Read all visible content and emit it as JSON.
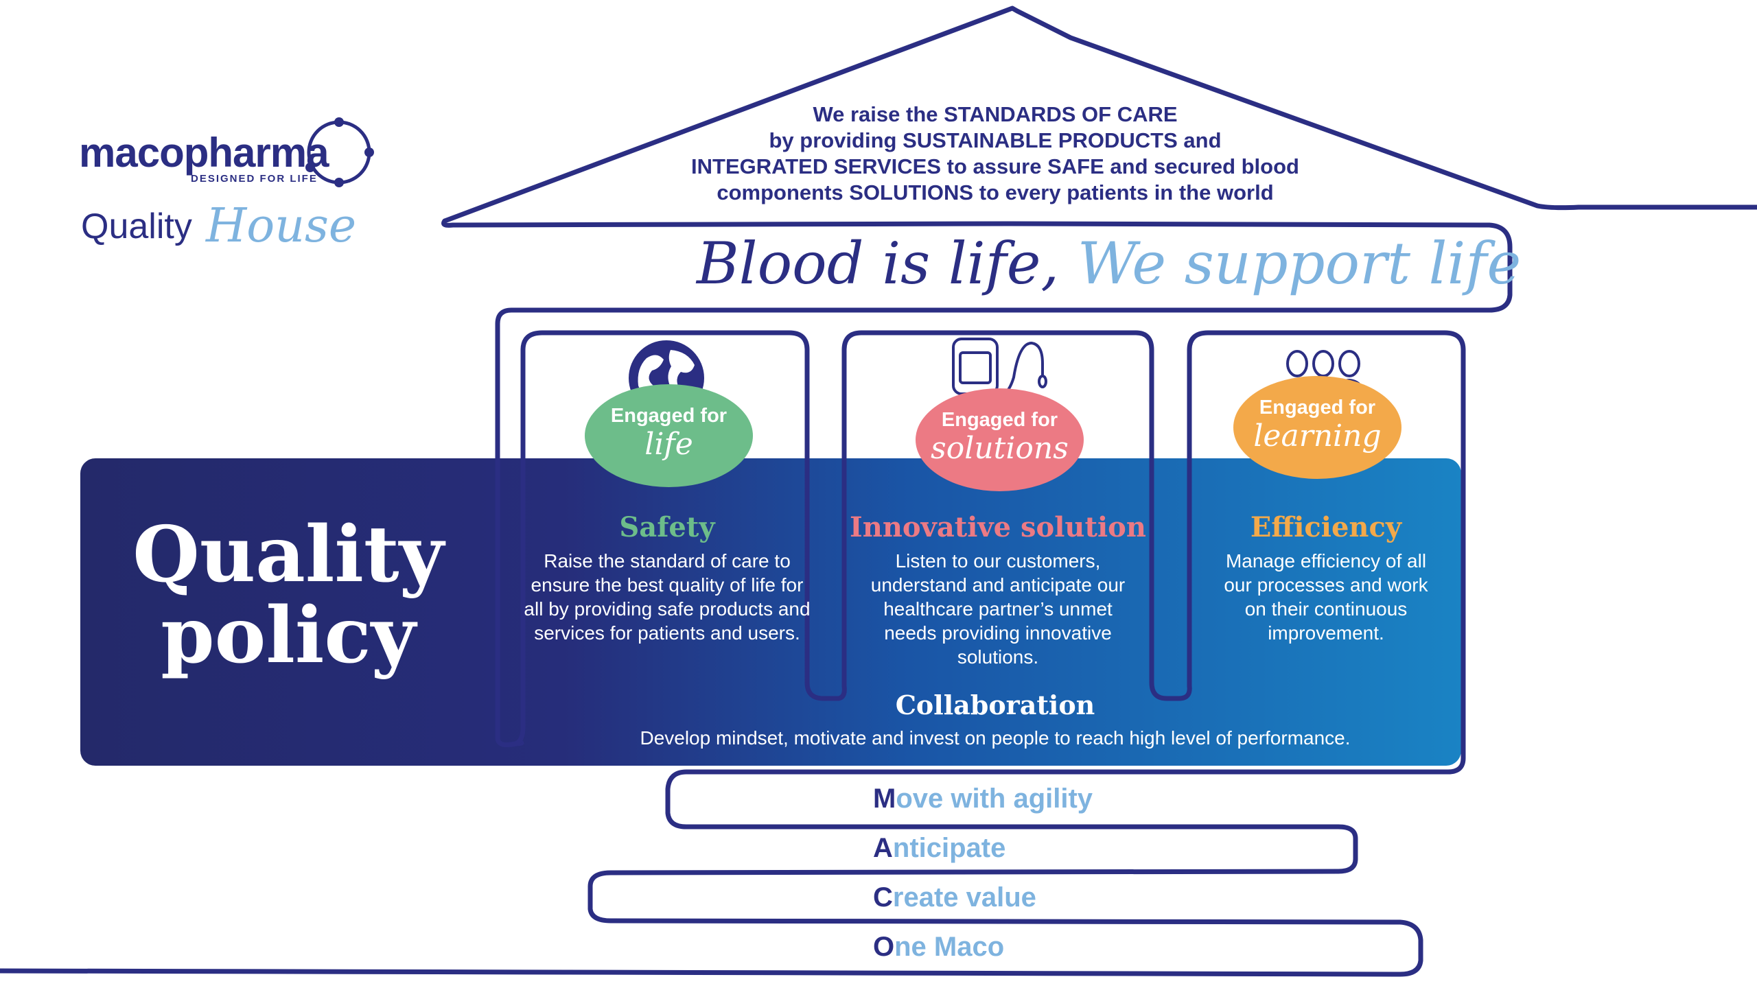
{
  "colors": {
    "navy": "#2b2e83",
    "light_blue": "#7eb3df",
    "green": "#6dbd8a",
    "pink": "#ec7a84",
    "orange": "#f3a94a",
    "band_dark": "#24296a",
    "band_light": "#1a83c4"
  },
  "logo": {
    "brand": "macopharma",
    "tagline": "DESIGNED FOR LIFE",
    "title_word": "Quality",
    "title_script": "House"
  },
  "mission": {
    "line1": "We raise the STANDARDS OF CARE",
    "line2": "by providing SUSTAINABLE PRODUCTS and",
    "line3": "INTEGRATED SERVICES to assure SAFE and secured blood",
    "line4": "components SOLUTIONS to every patients in the world"
  },
  "slogan": {
    "part1": "Blood is life,",
    "part2": " We support life"
  },
  "policy": {
    "line1": "Quality",
    "line2": "policy"
  },
  "pillars": [
    {
      "icon": "globe-icon",
      "engaged": "Engaged for",
      "word": "life",
      "title": "Safety",
      "description": "Raise the standard of care to ensure the best quality of life for all by providing safe products and services for patients and users."
    },
    {
      "icon": "blood-bag-icon",
      "engaged": "Engaged for",
      "word": "solutions",
      "title": "Innovative solution",
      "description": "Listen to our customers, understand and anticipate our healthcare partner’s unmet needs providing innovative solutions."
    },
    {
      "icon": "people-icon",
      "engaged": "Engaged for",
      "word": "learning",
      "title": "Efficiency",
      "description": "Manage efficiency of all our processes and work on their continuous improvement."
    }
  ],
  "collaboration": {
    "title": "Collaboration",
    "description": "Develop mindset, motivate and invest on people to reach high level of performance."
  },
  "steps": [
    {
      "first": "M",
      "rest": "ove with agility"
    },
    {
      "first": "A",
      "rest": "nticipate"
    },
    {
      "first": "C",
      "rest": "reate value"
    },
    {
      "first": "O",
      "rest": "ne Maco"
    }
  ]
}
